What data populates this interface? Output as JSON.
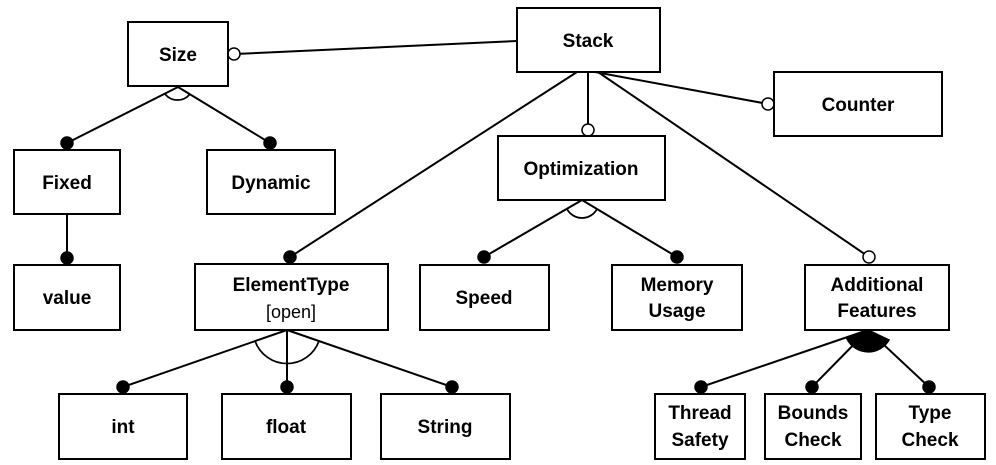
{
  "diagram": {
    "nodes": {
      "stack": "Stack",
      "size": "Size",
      "counter": "Counter",
      "fixed": "Fixed",
      "dynamic": "Dynamic",
      "optimization": "Optimization",
      "value": "value",
      "element_type": "ElementType",
      "element_type_sub": "[open]",
      "speed": "Speed",
      "memory_usage_1": "Memory",
      "memory_usage_2": "Usage",
      "additional_features_1": "Additional",
      "additional_features_2": "Features",
      "int": "int",
      "float": "float",
      "string": "String",
      "thread_safety_1": "Thread",
      "thread_safety_2": "Safety",
      "bounds_check_1": "Bounds",
      "bounds_check_2": "Check",
      "type_check_1": "Type",
      "type_check_2": "Check"
    }
  }
}
